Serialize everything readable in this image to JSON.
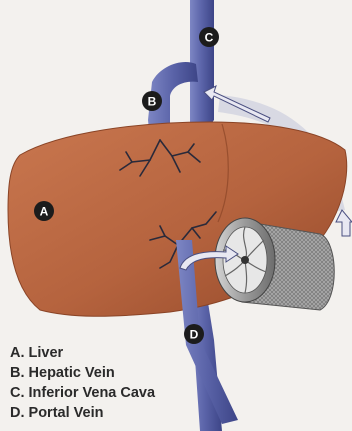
{
  "markers": {
    "liver": "A",
    "hepatic_vein": "B",
    "inferior_vena_cava": "C",
    "portal_vein": "D"
  },
  "legend": [
    "A. Liver",
    "B. Hepatic Vein",
    "C. Inferior Vena Cava",
    "D. Portal Vein"
  ],
  "colors": {
    "liver": "#b5633e",
    "vein": "#5a63a8",
    "marker": "#1c1c1c",
    "background": "#f3f1ee"
  }
}
